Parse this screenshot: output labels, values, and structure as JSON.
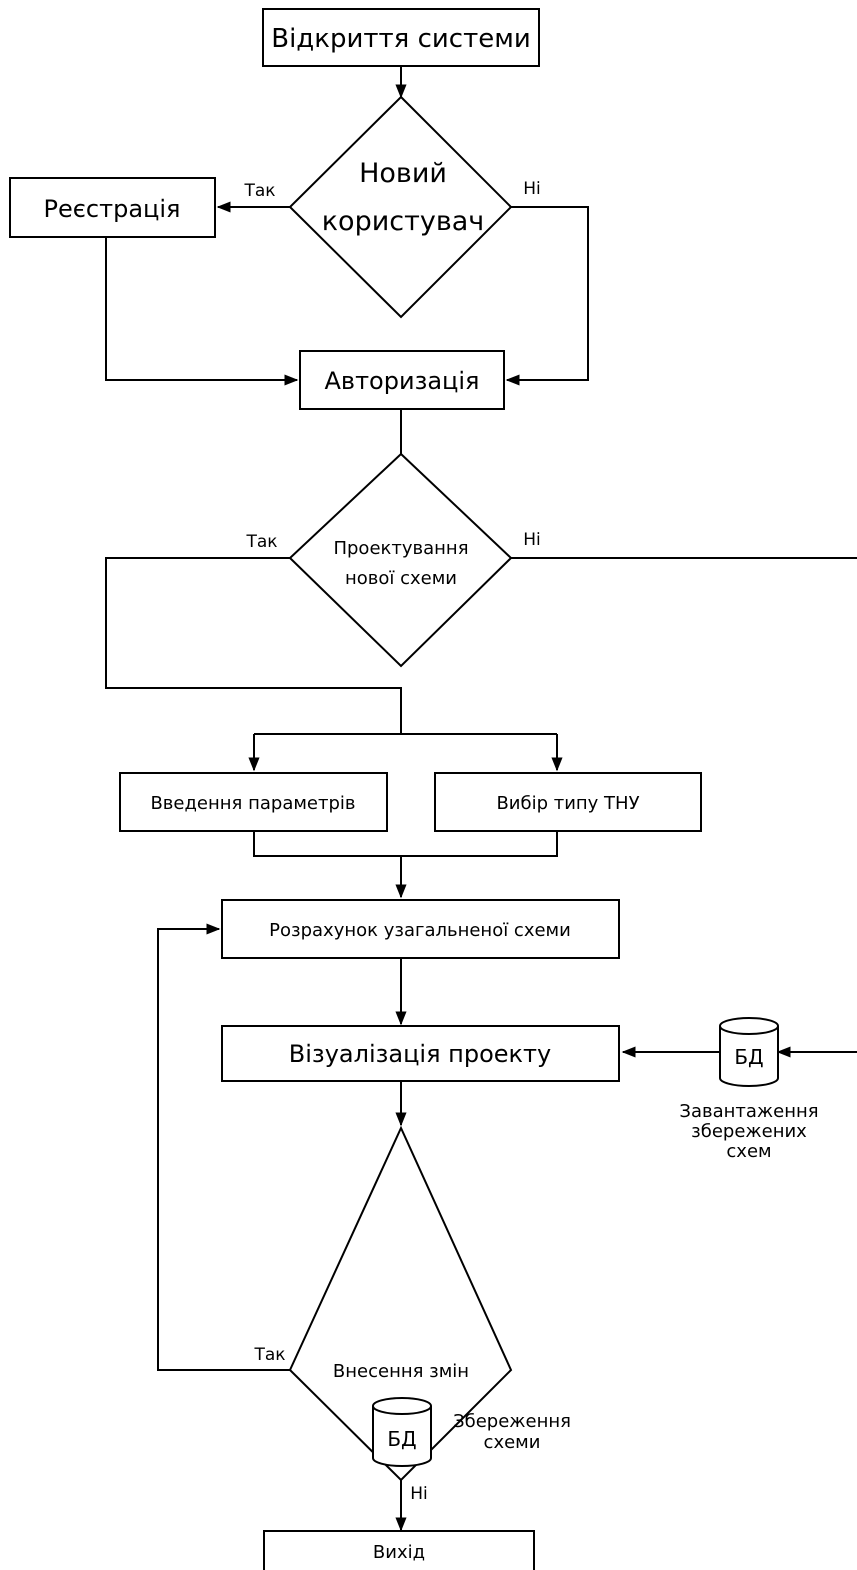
{
  "colors": {
    "stroke": "#000000",
    "background": "#ffffff"
  },
  "nodes": {
    "start": "Відкриття системи",
    "new_user": [
      "Новий",
      "користувач"
    ],
    "registration": "Реєстрація",
    "authorization": "Авторизація",
    "design_new": [
      "Проектування",
      "нової схеми"
    ],
    "input_params": "Введення параметрів",
    "choose_type": "Вибір типу ТНУ",
    "calc": "Розрахунок узагальненої схеми",
    "visualize": "Візуалізація проекту",
    "changes": "Внесення змін",
    "exit": "Вихід"
  },
  "databases": {
    "load": {
      "label": "БД",
      "caption": [
        "Завантаження",
        "збережених",
        "схем"
      ]
    },
    "save": {
      "label": "БД",
      "caption": [
        "Збереження",
        "схеми"
      ]
    }
  },
  "edge_labels": {
    "new_user_yes": "Так",
    "new_user_no": "Ні",
    "design_yes": "Так",
    "design_no": "Ні",
    "changes_yes": "Так",
    "changes_no": "Ні"
  }
}
